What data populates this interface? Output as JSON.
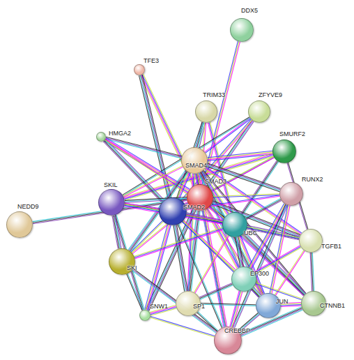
{
  "diagram": {
    "nodes": [
      {
        "text": [
          "DDX5"
        ]
      },
      {
        "text": [
          "TFE3"
        ]
      },
      {
        "text": [
          "TRIM33"
        ]
      },
      {
        "text": [
          "ZFYVE9"
        ]
      },
      {
        "text": [
          "HMGA2"
        ]
      },
      {
        "text": [
          "SMURF2"
        ]
      },
      {
        "text": [
          "SMAD4"
        ]
      },
      {
        "text": [
          "SMAD3"
        ]
      },
      {
        "text": [
          "RUNX2"
        ]
      },
      {
        "text": [
          "SKIL"
        ]
      },
      {
        "text": [
          "SMAD2"
        ]
      },
      {
        "text": [
          "UBC"
        ]
      },
      {
        "text": [
          "NEDD9"
        ]
      },
      {
        "text": [
          "TGFB1"
        ]
      },
      {
        "text": [
          "SKI"
        ]
      },
      {
        "text": [
          "EP300"
        ]
      },
      {
        "text": [
          "SP1"
        ]
      },
      {
        "text": [
          "JUN"
        ]
      },
      {
        "text": [
          "CTNNB1"
        ]
      },
      {
        "text": [
          "SNW1"
        ]
      },
      {
        "text": [
          "CREBBP"
        ]
      }
    ],
    "edges": [
      {
        "from": 0,
        "to": 7,
        "arrow": "none"
      },
      {
        "from": 1,
        "to": 7,
        "arrow": "none"
      },
      {
        "from": 1,
        "to": 10,
        "arrow": "none"
      },
      {
        "from": 2,
        "to": 6,
        "arrow": "none"
      },
      {
        "from": 2,
        "to": 7,
        "arrow": "none"
      },
      {
        "from": 2,
        "to": 10,
        "arrow": "none"
      },
      {
        "from": 2,
        "to": 11,
        "arrow": "none"
      },
      {
        "from": 3,
        "to": 6,
        "arrow": "none"
      },
      {
        "from": 3,
        "to": 7,
        "arrow": "none"
      },
      {
        "from": 3,
        "to": 10,
        "arrow": "none"
      },
      {
        "from": 3,
        "to": 9,
        "arrow": "none"
      },
      {
        "from": 5,
        "to": 6,
        "arrow": "none"
      },
      {
        "from": 5,
        "to": 7,
        "arrow": "none"
      },
      {
        "from": 5,
        "to": 10,
        "arrow": "none"
      },
      {
        "from": 5,
        "to": 11,
        "arrow": "none"
      },
      {
        "from": 5,
        "to": 9,
        "arrow": "none"
      },
      {
        "from": 5,
        "to": 13,
        "arrow": "none"
      },
      {
        "from": 4,
        "to": 6,
        "arrow": "none"
      },
      {
        "from": 4,
        "to": 7,
        "arrow": "none"
      },
      {
        "from": 4,
        "to": 10,
        "arrow": "none"
      },
      {
        "from": 4,
        "to": 11,
        "arrow": "none"
      },
      {
        "from": 6,
        "to": 7,
        "arrow": "none"
      },
      {
        "from": 6,
        "to": 10,
        "arrow": "none"
      },
      {
        "from": 7,
        "to": 10,
        "arrow": "none"
      },
      {
        "from": 6,
        "to": 9,
        "arrow": "none"
      },
      {
        "from": 6,
        "to": 14,
        "arrow": "none"
      },
      {
        "from": 6,
        "to": 11,
        "arrow": "none"
      },
      {
        "from": 6,
        "to": 8,
        "arrow": "none"
      },
      {
        "from": 6,
        "to": 13,
        "arrow": "none"
      },
      {
        "from": 6,
        "to": 15,
        "arrow": "none"
      },
      {
        "from": 6,
        "to": 20,
        "arrow": "none"
      },
      {
        "from": 6,
        "to": 17,
        "arrow": "none"
      },
      {
        "from": 6,
        "to": 16,
        "arrow": "none"
      },
      {
        "from": 6,
        "to": 18,
        "arrow": "none"
      },
      {
        "from": 7,
        "to": 9,
        "arrow": "none"
      },
      {
        "from": 7,
        "to": 14,
        "arrow": "none"
      },
      {
        "from": 7,
        "to": 11,
        "arrow": "none"
      },
      {
        "from": 7,
        "to": 8,
        "arrow": "none"
      },
      {
        "from": 7,
        "to": 13,
        "arrow": "none"
      },
      {
        "from": 7,
        "to": 15,
        "arrow": "none"
      },
      {
        "from": 7,
        "to": 20,
        "arrow": "none"
      },
      {
        "from": 7,
        "to": 17,
        "arrow": "none"
      },
      {
        "from": 7,
        "to": 16,
        "arrow": "none"
      },
      {
        "from": 7,
        "to": 18,
        "arrow": "none"
      },
      {
        "from": 7,
        "to": 19,
        "arrow": "none"
      },
      {
        "from": 10,
        "to": 9,
        "arrow": "none"
      },
      {
        "from": 10,
        "to": 14,
        "arrow": "none"
      },
      {
        "from": 10,
        "to": 11,
        "arrow": "none"
      },
      {
        "from": 10,
        "to": 8,
        "arrow": "none"
      },
      {
        "from": 10,
        "to": 13,
        "arrow": "none"
      },
      {
        "from": 10,
        "to": 15,
        "arrow": "none"
      },
      {
        "from": 10,
        "to": 20,
        "arrow": "none"
      },
      {
        "from": 10,
        "to": 17,
        "arrow": "none"
      },
      {
        "from": 10,
        "to": 16,
        "arrow": "none"
      },
      {
        "from": 10,
        "to": 19,
        "arrow": "none"
      },
      {
        "from": 12,
        "to": 7,
        "arrow": "none"
      },
      {
        "from": 9,
        "to": 14,
        "arrow": "none"
      },
      {
        "from": 9,
        "to": 11,
        "arrow": "none"
      },
      {
        "from": 9,
        "to": 19,
        "arrow": "none"
      },
      {
        "from": 14,
        "to": 19,
        "arrow": "none"
      },
      {
        "from": 14,
        "to": 11,
        "arrow": "none"
      },
      {
        "from": 14,
        "to": 20,
        "arrow": "none"
      },
      {
        "from": 11,
        "to": 8,
        "arrow": "none"
      },
      {
        "from": 11,
        "to": 13,
        "arrow": "none"
      },
      {
        "from": 11,
        "to": 15,
        "arrow": "none"
      },
      {
        "from": 11,
        "to": 17,
        "arrow": "none"
      },
      {
        "from": 11,
        "to": 18,
        "arrow": "none"
      },
      {
        "from": 11,
        "to": 16,
        "arrow": "none"
      },
      {
        "from": 8,
        "to": 15,
        "arrow": "none"
      },
      {
        "from": 8,
        "to": 20,
        "arrow": "none"
      },
      {
        "from": 8,
        "to": 17,
        "arrow": "none"
      },
      {
        "from": 13,
        "to": 17,
        "arrow": "none"
      },
      {
        "from": 13,
        "to": 18,
        "arrow": "none"
      },
      {
        "from": 13,
        "to": 15,
        "arrow": "none"
      },
      {
        "from": 15,
        "to": 17,
        "arrow": "none"
      },
      {
        "from": 15,
        "to": 20,
        "arrow": "none"
      },
      {
        "from": 15,
        "to": 16,
        "arrow": "none"
      },
      {
        "from": 15,
        "to": 18,
        "arrow": "none"
      },
      {
        "from": 17,
        "to": 20,
        "arrow": "none"
      },
      {
        "from": 17,
        "to": 18,
        "arrow": "none"
      },
      {
        "from": 17,
        "to": 16,
        "arrow": "none"
      },
      {
        "from": 16,
        "to": 20,
        "arrow": "none"
      },
      {
        "from": 16,
        "to": 19,
        "arrow": "none"
      },
      {
        "from": 20,
        "to": 18,
        "arrow": "none"
      },
      {
        "from": 20,
        "to": 19,
        "arrow": "none"
      }
    ]
  }
}
